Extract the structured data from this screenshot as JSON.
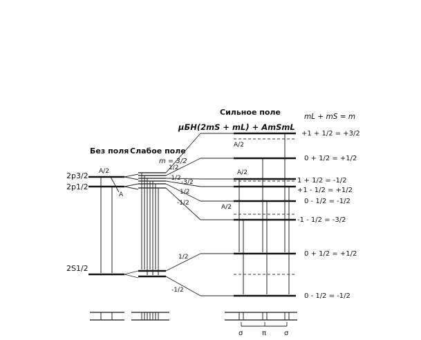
{
  "columns": {
    "no_field": "Без поля",
    "weak_field": "Слабое поле",
    "strong_field": "Сильное поле"
  },
  "strong_field_hamiltonian": "μБH(2mS + mL) + AmSmL",
  "quantum_relation": "mL + mS = m",
  "weak_m_label": "m = 3/2",
  "terms": {
    "p32": "2p3/2",
    "p12": "2p1/2",
    "s12": "2S1/2"
  },
  "constants": {
    "a_half_1": "A/2",
    "a_full": "A",
    "a_half_2": "A/2",
    "a_half_3": "A/2",
    "a_half_4": "A/2"
  },
  "weak_m_values": [
    "1/2",
    "-1/2",
    "-3/2",
    "1/2",
    "-1/2",
    "1/2",
    "-1/2"
  ],
  "strong_levels": [
    "+1 + 1/2 = +3/2",
    "0 + 1/2 = +1/2",
    "1 + 1/2 = -1/2",
    "+1 - 1/2 = +1/2",
    "0 - 1/2 = -1/2",
    "-1 - 1/2 = -3/2",
    "0 + 1/2 = +1/2",
    "0 - 1/2 = -1/2"
  ],
  "polarization_labels": [
    "σ",
    "π",
    "σ"
  ]
}
